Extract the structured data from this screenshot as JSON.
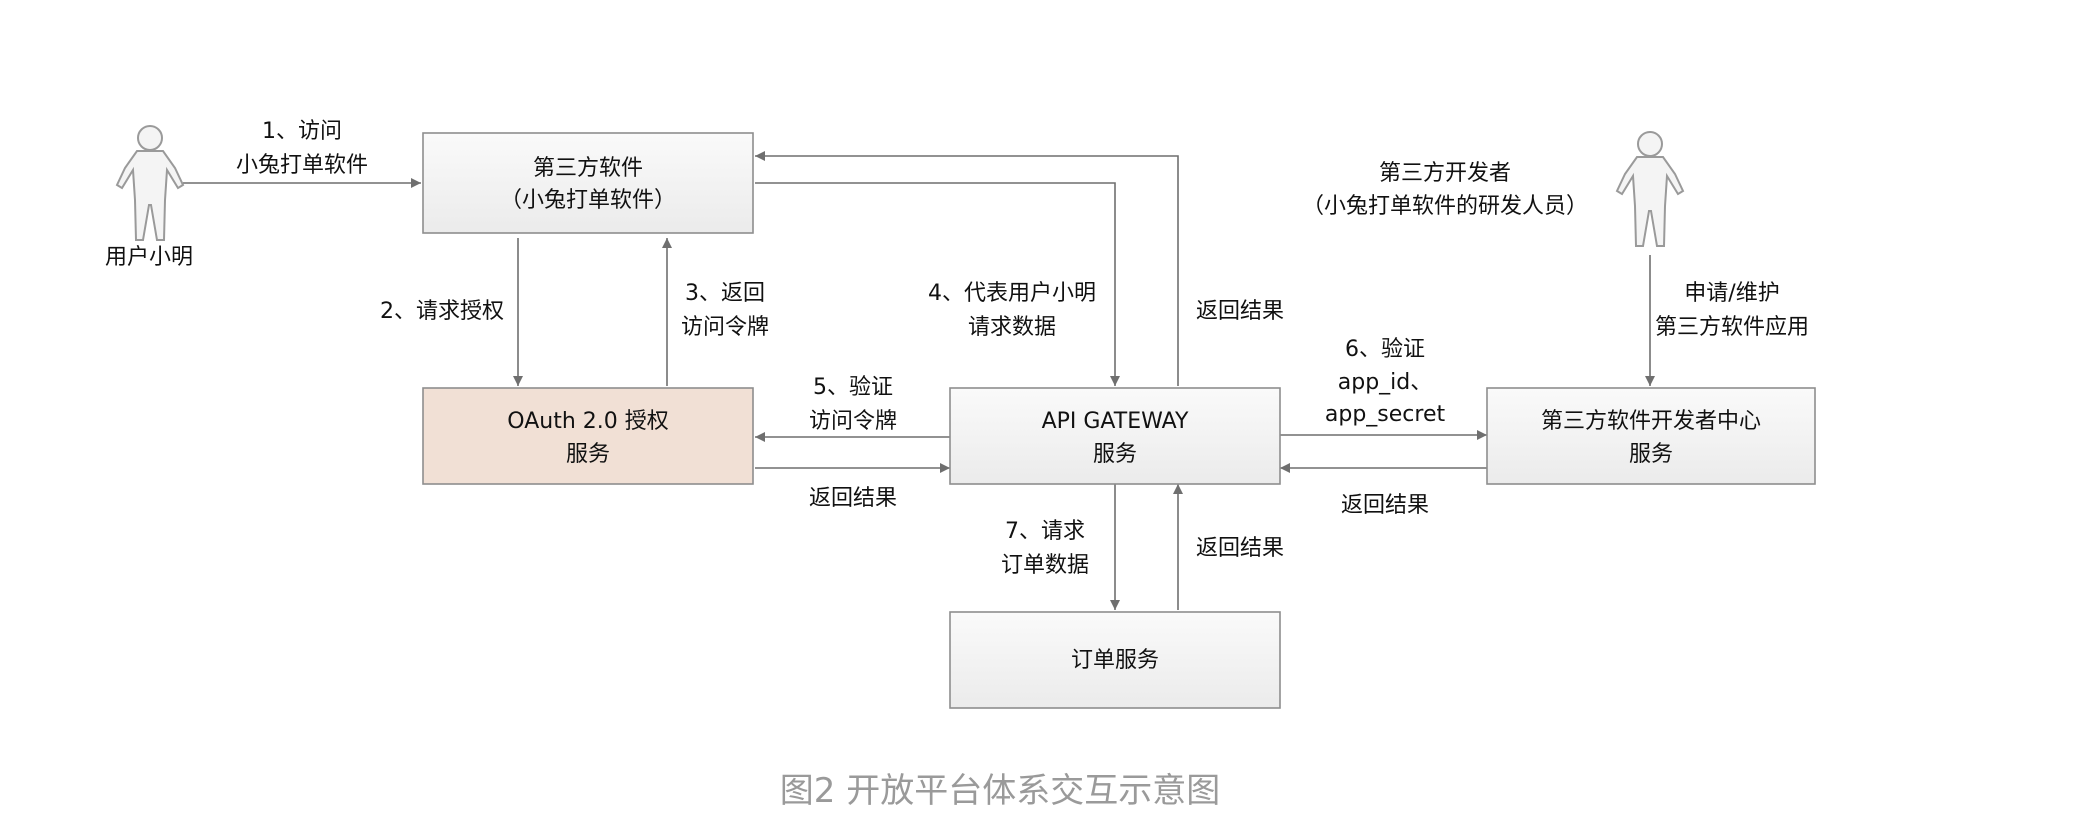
{
  "caption": "图2 开放平台体系交互示意图",
  "colors": {
    "box_fill_default": "#f1f1f1",
    "box_fill_oauth": "#f1e0d5",
    "box_border": "#8e8e8e",
    "arrow": "#6f6f6f",
    "caption": "#9a9a9a",
    "text": "#111111"
  },
  "actors": {
    "user": {
      "label": "用户小明"
    },
    "developer": {
      "lines": [
        "第三方开发者",
        "（小兔打单软件的研发人员）"
      ]
    }
  },
  "nodes": {
    "third_party": {
      "lines": [
        "第三方软件",
        "（小兔打单软件）"
      ]
    },
    "oauth": {
      "lines": [
        "OAuth 2.0 授权",
        "服务"
      ]
    },
    "gateway": {
      "lines": [
        "API GATEWAY",
        "服务"
      ]
    },
    "dev_center": {
      "lines": [
        "第三方软件开发者中心",
        "服务"
      ]
    },
    "order": {
      "lines": [
        "订单服务"
      ]
    }
  },
  "edges": {
    "visit": {
      "lines": [
        "1、访问",
        "小兔打单软件"
      ]
    },
    "request_auth": {
      "lines": [
        "2、请求授权"
      ]
    },
    "return_token": {
      "lines": [
        "3、返回",
        "访问令牌"
      ]
    },
    "on_behalf": {
      "lines": [
        "4、代表用户小明",
        "请求数据"
      ]
    },
    "gateway_result": {
      "lines": [
        "返回结果"
      ]
    },
    "verify_token": {
      "lines": [
        "5、验证",
        "访问令牌"
      ]
    },
    "oauth_result": {
      "lines": [
        "返回结果"
      ]
    },
    "verify_app": {
      "lines": [
        "6、验证",
        "app_id、",
        "app_secret"
      ]
    },
    "dev_result": {
      "lines": [
        "返回结果"
      ]
    },
    "request_orders": {
      "lines": [
        "7、请求",
        "订单数据"
      ]
    },
    "order_result": {
      "lines": [
        "返回结果"
      ]
    },
    "apply": {
      "lines": [
        "申请/维护",
        "第三方软件应用"
      ]
    }
  }
}
